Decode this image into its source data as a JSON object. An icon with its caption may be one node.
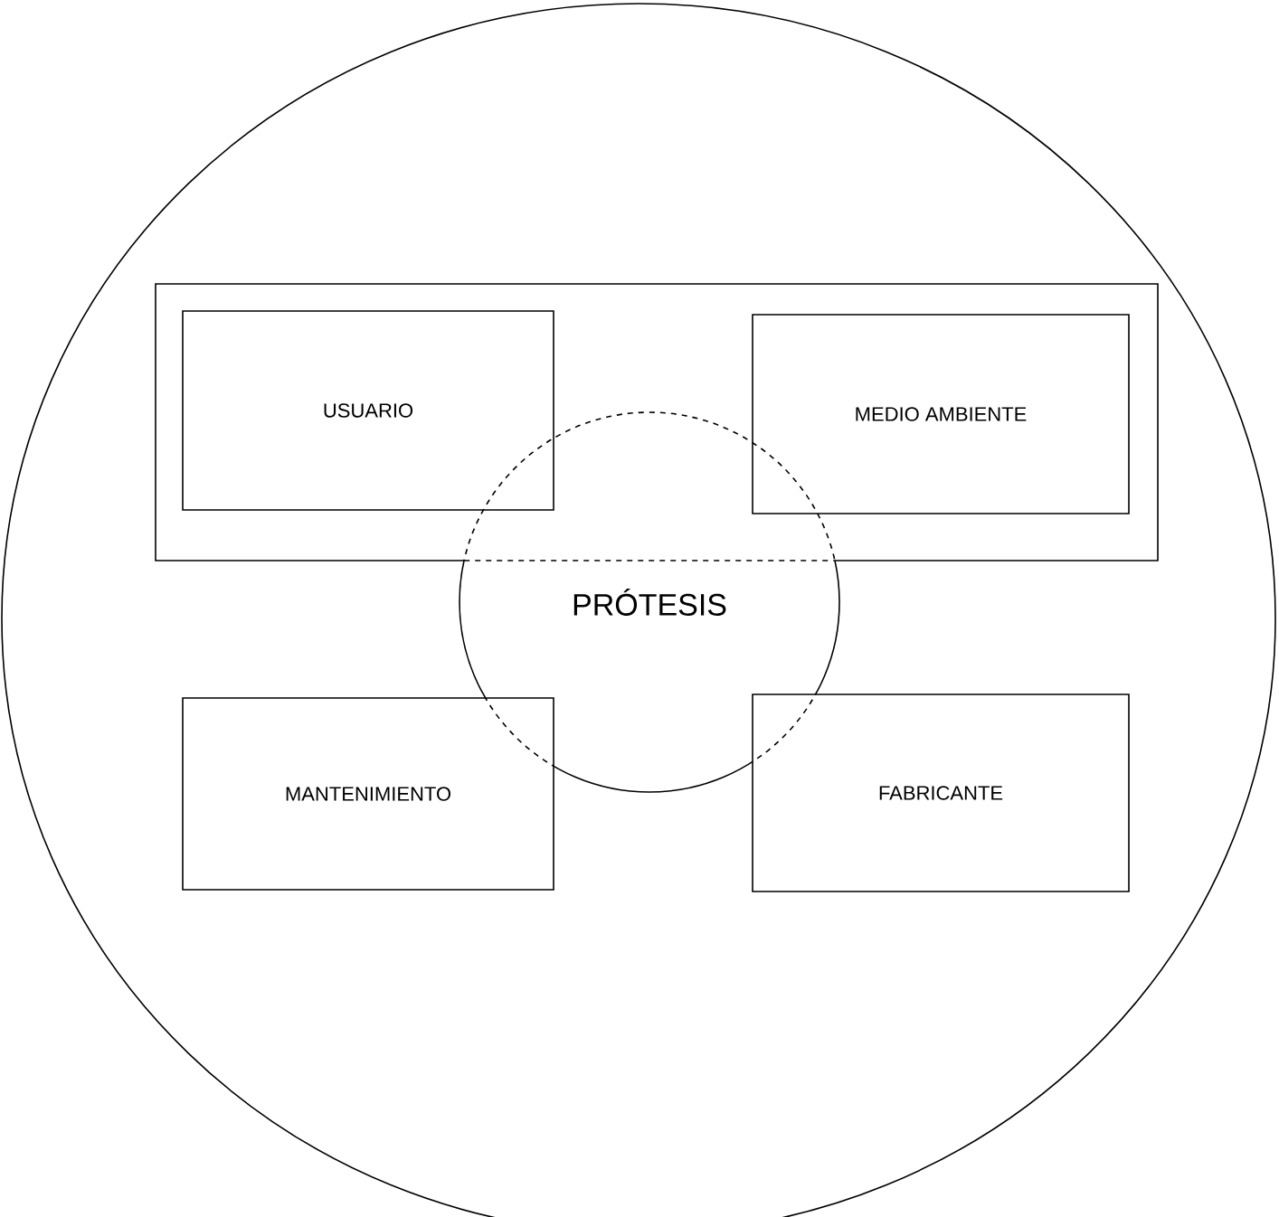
{
  "diagram": {
    "nodes": [
      {
        "text": [],
        "shape": "circle"
      },
      {
        "text": [],
        "shape": "box",
        "in": 0
      },
      {
        "text": [
          "USUARIO"
        ],
        "in": 1
      },
      {
        "text": [
          "MEDIO AMBIENTE"
        ],
        "in": 1
      },
      {
        "text": [
          "PRÓTESIS"
        ],
        "in": 0
      },
      {
        "text": [
          "MANTENIMIENTO"
        ],
        "in": 0
      },
      {
        "text": [
          "FABRICANTE"
        ],
        "in": 0
      }
    ]
  }
}
